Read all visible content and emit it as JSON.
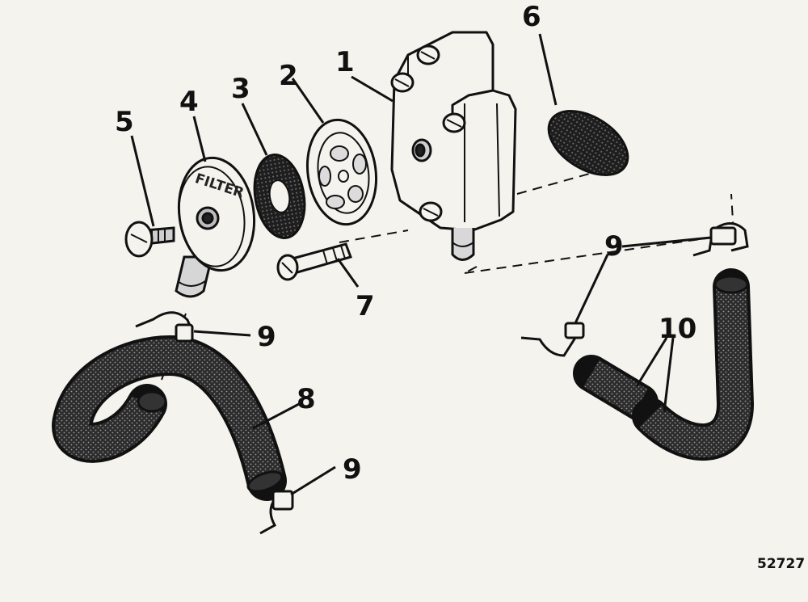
{
  "diagram": {
    "callouts": {
      "c1": "1",
      "c2": "2",
      "c3": "3",
      "c4": "4",
      "c5": "5",
      "c6": "6",
      "c7": "7",
      "c8": "8",
      "c9a": "9",
      "c9b": "9",
      "c9c": "9",
      "c10": "10"
    },
    "filter_imprint": "FILTER",
    "figure_number": "52727"
  }
}
